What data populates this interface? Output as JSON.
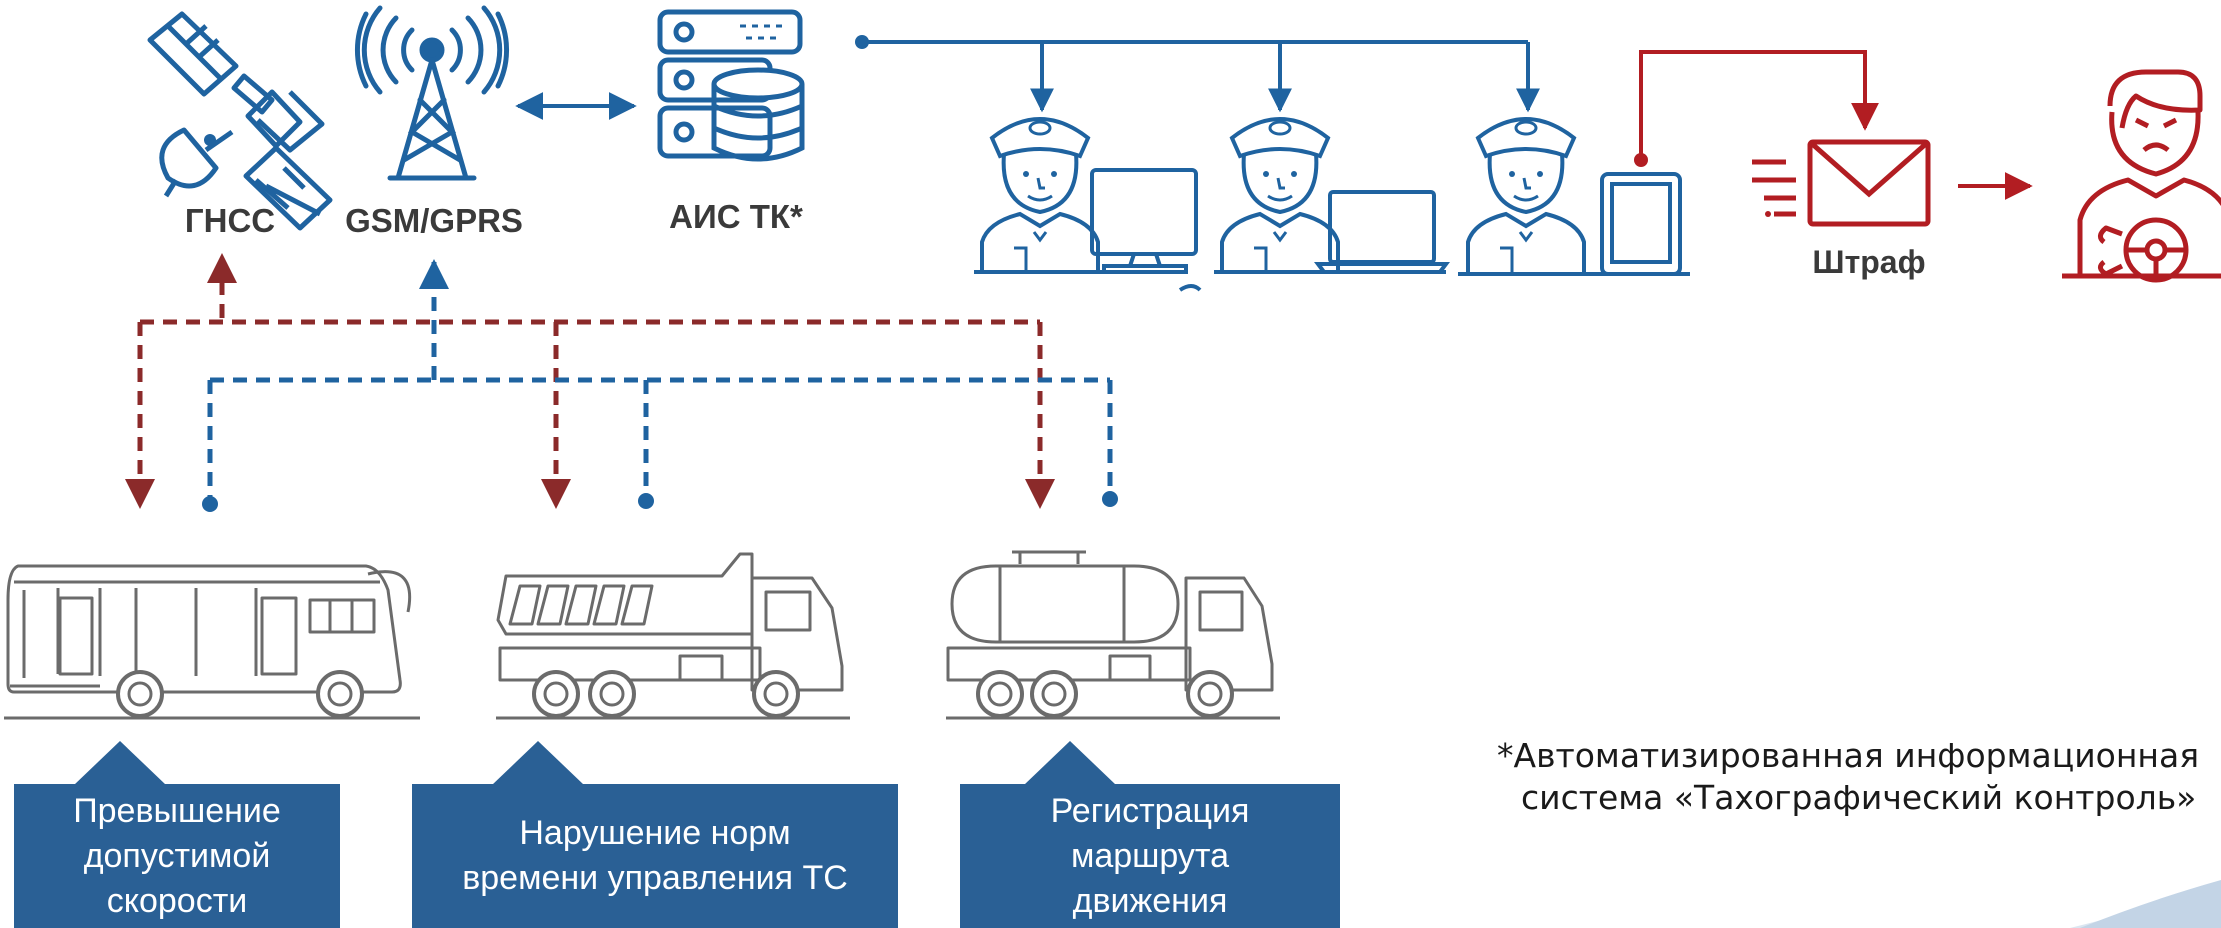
{
  "labels": {
    "gnss": "ГНСС",
    "gsm": "GSM/GPRS",
    "ais": "АИС ТК*",
    "fine": "Штраф"
  },
  "boxes": {
    "speed": "Превышение\nдопустимой\nскорости",
    "driving_time": "Нарушение норм\nвремени управления ТС",
    "route": "Регистрация\nмаршрута\nдвижения"
  },
  "footnote": {
    "line1": "*Автоматизированная информационная",
    "line2": "система «Тахографический контроль»"
  },
  "icons": [
    "satellite-icon",
    "cell-tower-icon",
    "server-database-icon",
    "inspector-desktop-icon",
    "inspector-laptop-icon",
    "inspector-tablet-icon",
    "envelope-icon",
    "driver-icon",
    "bus-icon",
    "dump-truck-icon",
    "tanker-truck-icon"
  ],
  "colors": {
    "blue": "#1f63a0",
    "red": "#b21d22",
    "dark_red": "#8b2a2a",
    "box_blue": "#2a6095",
    "vehicle_gray": "#6b6b6b"
  }
}
